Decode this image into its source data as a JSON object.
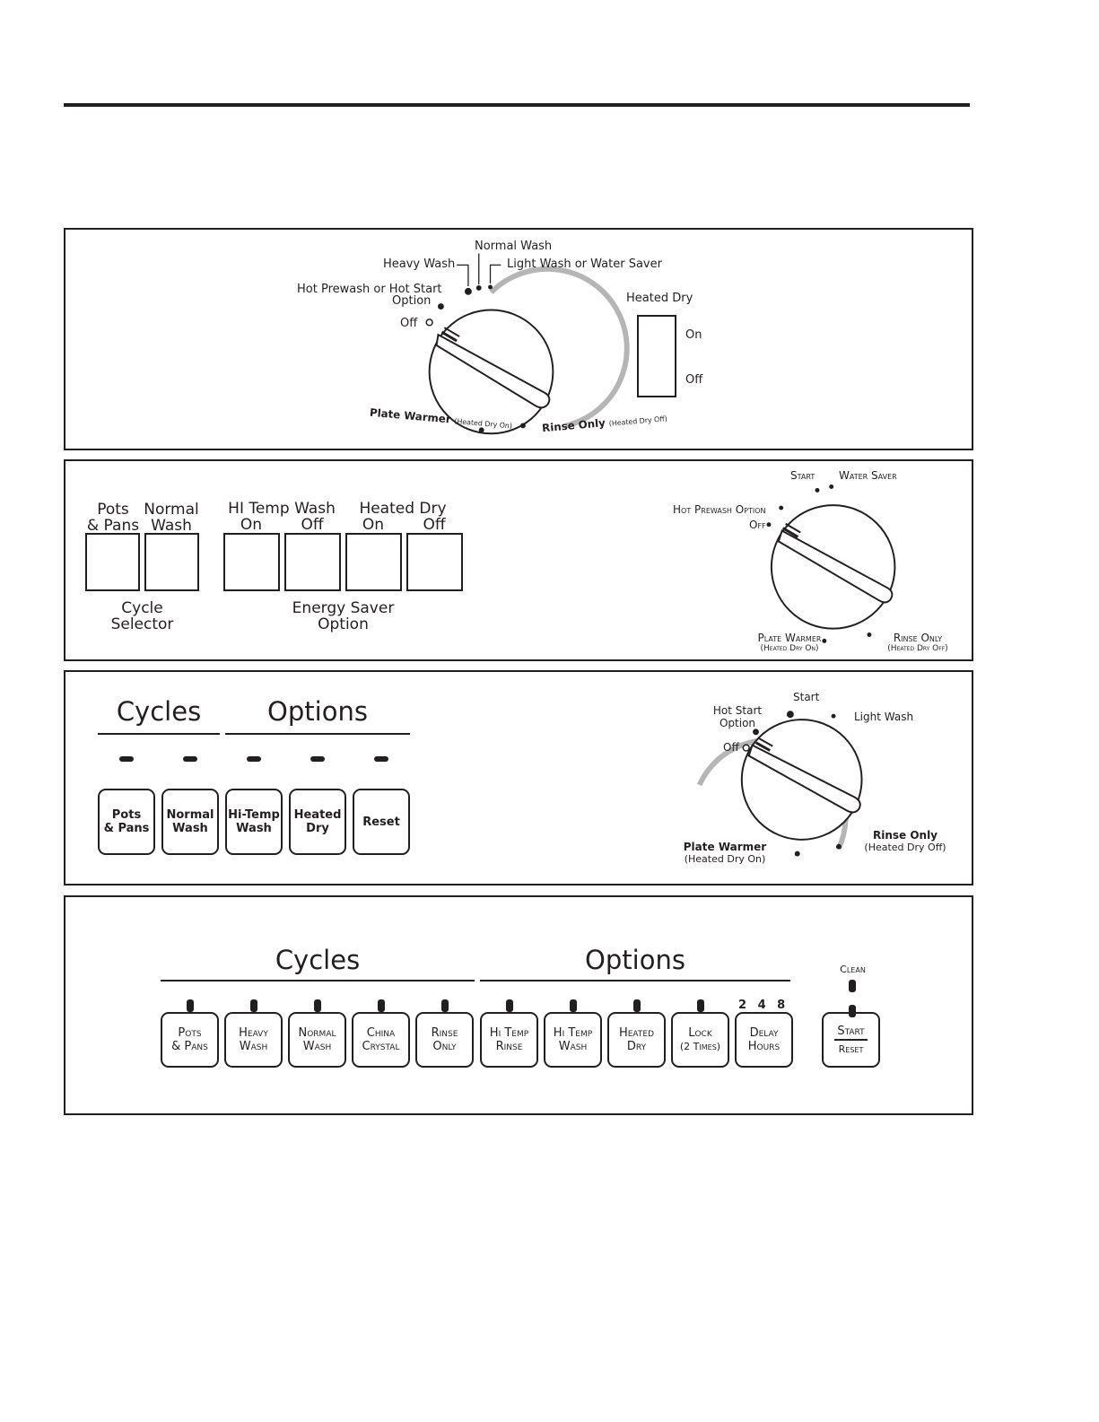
{
  "panel1": {
    "dial": {
      "normal_wash": "Normal Wash",
      "heavy_wash": "Heavy Wash",
      "light_wash": "Light Wash or Water Saver",
      "hot_prewash_line1": "Hot Prewash or Hot Start",
      "hot_prewash_line2": "Option",
      "off": "Off",
      "plate_warmer": "Plate Warmer",
      "plate_warmer_sub": "(Heated Dry On)",
      "rinse_only": "Rinse Only",
      "rinse_only_sub": "(Heated Dry Off)"
    },
    "heated_dry": {
      "title": "Heated Dry",
      "on": "On",
      "off": "Off"
    }
  },
  "panel2": {
    "buttons": {
      "pots_line1": "Pots",
      "pots_line2": "& Pans",
      "normal_line1": "Normal",
      "normal_line2": "Wash",
      "hi_temp_title": "HI Temp Wash",
      "hi_temp_on": "On",
      "hi_temp_off": "Off",
      "heated_dry_title": "Heated Dry",
      "heated_dry_on": "On",
      "heated_dry_off": "Off",
      "cycle_selector_line1": "Cycle",
      "cycle_selector_line2": "Selector",
      "energy_saver_line1": "Energy Saver",
      "energy_saver_line2": "Option"
    },
    "dial": {
      "start": "Start",
      "water_saver": "Water Saver",
      "hot_prewash": "Hot Prewash Option",
      "off": "Off",
      "plate_warmer": "Plate Warmer",
      "plate_warmer_sub": "(Heated Dry On)",
      "rinse_only": "Rinse Only",
      "rinse_only_sub": "(Heated Dry Off)"
    }
  },
  "panel3": {
    "cycles_heading": "Cycles",
    "options_heading": "Options",
    "buttons": [
      {
        "line1": "Pots",
        "line2": "& Pans"
      },
      {
        "line1": "Normal",
        "line2": "Wash"
      },
      {
        "line1": "Hi-Temp",
        "line2": "Wash"
      },
      {
        "line1": "Heated",
        "line2": "Dry"
      },
      {
        "line1": "Reset",
        "line2": ""
      }
    ],
    "dial": {
      "hot_start_line1": "Hot Start",
      "hot_start_line2": "Option",
      "start": "Start",
      "light_wash": "Light Wash",
      "off": "Off",
      "plate_warmer": "Plate Warmer",
      "plate_warmer_sub": "(Heated Dry On)",
      "rinse_only": "Rinse Only",
      "rinse_only_sub": "(Heated Dry Off)"
    }
  },
  "panel4": {
    "cycles_heading": "Cycles",
    "options_heading": "Options",
    "buttons": [
      {
        "line1": "Pots",
        "line2": "& Pans"
      },
      {
        "line1": "Heavy",
        "line2": "Wash"
      },
      {
        "line1": "Normal",
        "line2": "Wash"
      },
      {
        "line1": "China",
        "line2": "Crystal"
      },
      {
        "line1": "Rinse",
        "line2": "Only"
      },
      {
        "line1": "Hi Temp",
        "line2": "Rinse"
      },
      {
        "line1": "Hi Temp",
        "line2": "Wash"
      },
      {
        "line1": "Heated",
        "line2": "Dry"
      },
      {
        "line1": "Lock",
        "line2": "(2 Times)"
      },
      {
        "line1": "Delay",
        "line2": "Hours"
      }
    ],
    "delay_numbers": "2 4 8",
    "clean": "Clean",
    "start": "Start",
    "reset": "Reset"
  }
}
